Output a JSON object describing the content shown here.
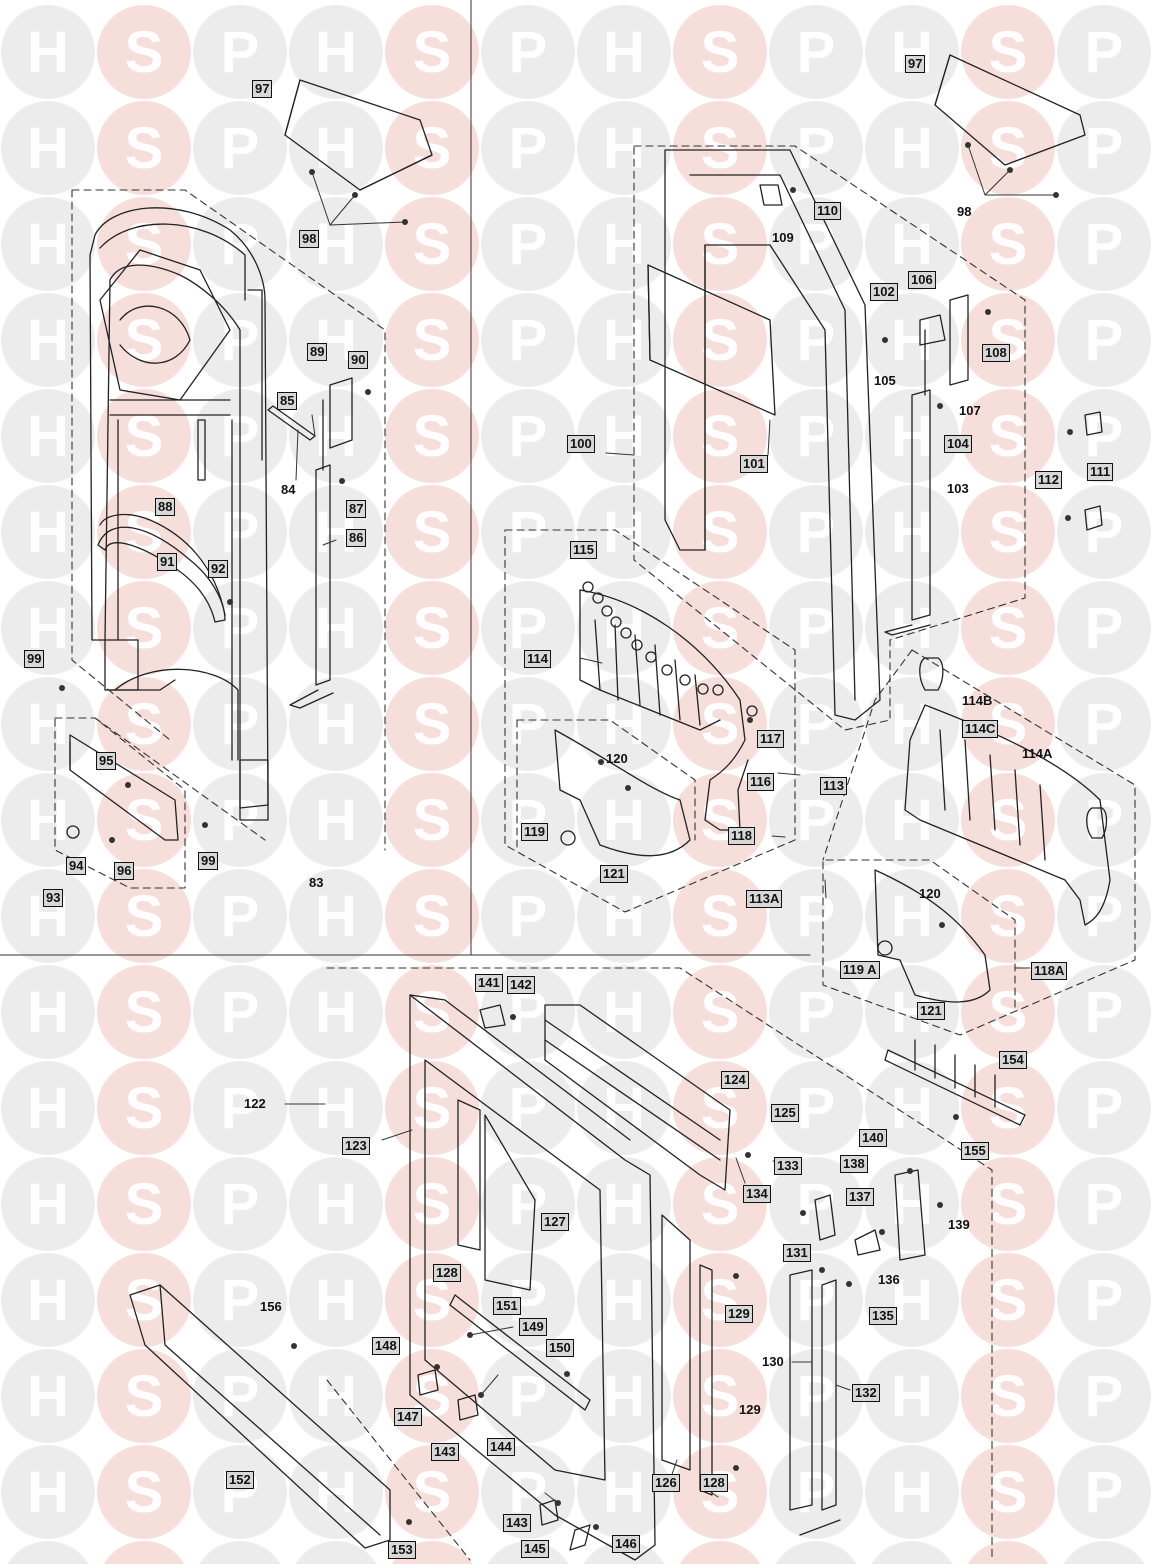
{
  "watermark": {
    "letters": [
      "H",
      "S",
      "P"
    ],
    "colors": {
      "H": "#ececec",
      "S": "#f6dedb",
      "P": "#ececec",
      "text": "#ffffff"
    }
  },
  "parts": {
    "p97a": "97",
    "p98a": "98",
    "p89": "89",
    "p90": "90",
    "p85": "85",
    "p84": "84",
    "p88": "88",
    "p87": "87",
    "p86": "86",
    "p91": "91",
    "p92": "92",
    "p99a": "99",
    "p95": "95",
    "p94": "94",
    "p96": "96",
    "p99b": "99",
    "p93": "93",
    "p83": "83",
    "p97b": "97",
    "p98b": "98",
    "p110": "110",
    "p109": "109",
    "p102": "102",
    "p106": "106",
    "p108": "108",
    "p105": "105",
    "p107": "107",
    "p104": "104",
    "p100": "100",
    "p101": "101",
    "p103": "103",
    "p112": "112",
    "p111": "111",
    "p115": "115",
    "p114": "114",
    "p117": "117",
    "p116": "116",
    "p113": "113",
    "p120a": "120",
    "p119": "119",
    "p118": "118",
    "p121a": "121",
    "p114B": "114B",
    "p114C": "114C",
    "p114A": "114A",
    "p113A": "113A",
    "p120b": "120",
    "p119A": "119 A",
    "p121b": "121",
    "p118A": "118A",
    "p141": "141",
    "p142": "142",
    "p124": "124",
    "p122": "122",
    "p123": "123",
    "p125": "125",
    "p154": "154",
    "p155": "155",
    "p140": "140",
    "p133": "133",
    "p138": "138",
    "p134": "134",
    "p137": "137",
    "p139": "139",
    "p127": "127",
    "p131": "131",
    "p136": "136",
    "p128a": "128",
    "p129a": "129",
    "p135": "135",
    "p156": "156",
    "p151": "151",
    "p149": "149",
    "p148": "148",
    "p150": "150",
    "p130": "130",
    "p147": "147",
    "p132": "132",
    "p129b": "129",
    "p143a": "143",
    "p144": "144",
    "p126": "126",
    "p128b": "128",
    "p152": "152",
    "p143b": "143",
    "p146": "146",
    "p145": "145",
    "p153": "153"
  }
}
